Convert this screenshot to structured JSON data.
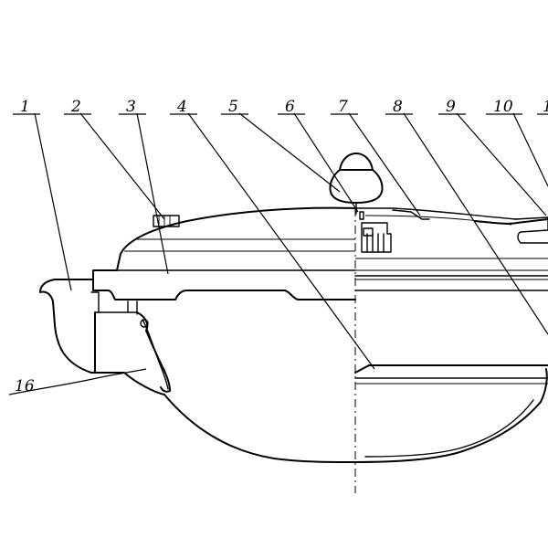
{
  "labels": [
    "1",
    "2",
    "3",
    "4",
    "5",
    "6",
    "7",
    "8",
    "9",
    "10",
    "1",
    "16"
  ]
}
